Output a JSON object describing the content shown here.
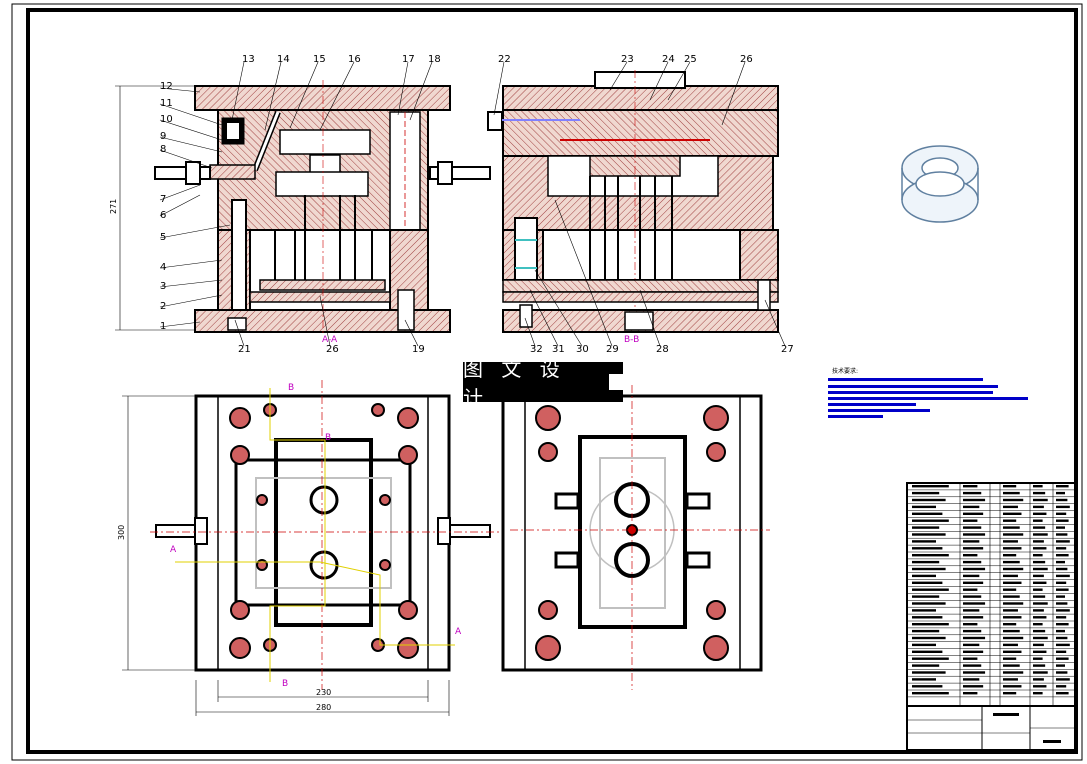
{
  "sheet": {
    "watermark": "图 文 设 计",
    "tech_requirements_title": "技术要求:"
  },
  "part_labels_left": [
    "1",
    "2",
    "3",
    "4",
    "5",
    "6",
    "7",
    "8",
    "9",
    "10",
    "11",
    "12"
  ],
  "part_labels_top": [
    "13",
    "14",
    "15",
    "16",
    "17",
    "18",
    "22",
    "23",
    "24",
    "25",
    "26"
  ],
  "part_labels_bottom": [
    "21",
    "26",
    "19",
    "32",
    "31",
    "30",
    "29",
    "28",
    "27"
  ],
  "section_labels": {
    "aa": "A-A",
    "bb": "B-B",
    "a": "A",
    "b": "B"
  },
  "dimensions": {
    "height_left": "271",
    "height_plan": "300",
    "width_inner": "230",
    "width_outer": "280"
  },
  "colors": {
    "line": "#000000",
    "hatch": "#8b0000",
    "fill": "#e8c8c0",
    "center": "#ff0000",
    "blue": "#0000c8",
    "magenta": "#c000c0",
    "yellow": "#e0d000"
  }
}
